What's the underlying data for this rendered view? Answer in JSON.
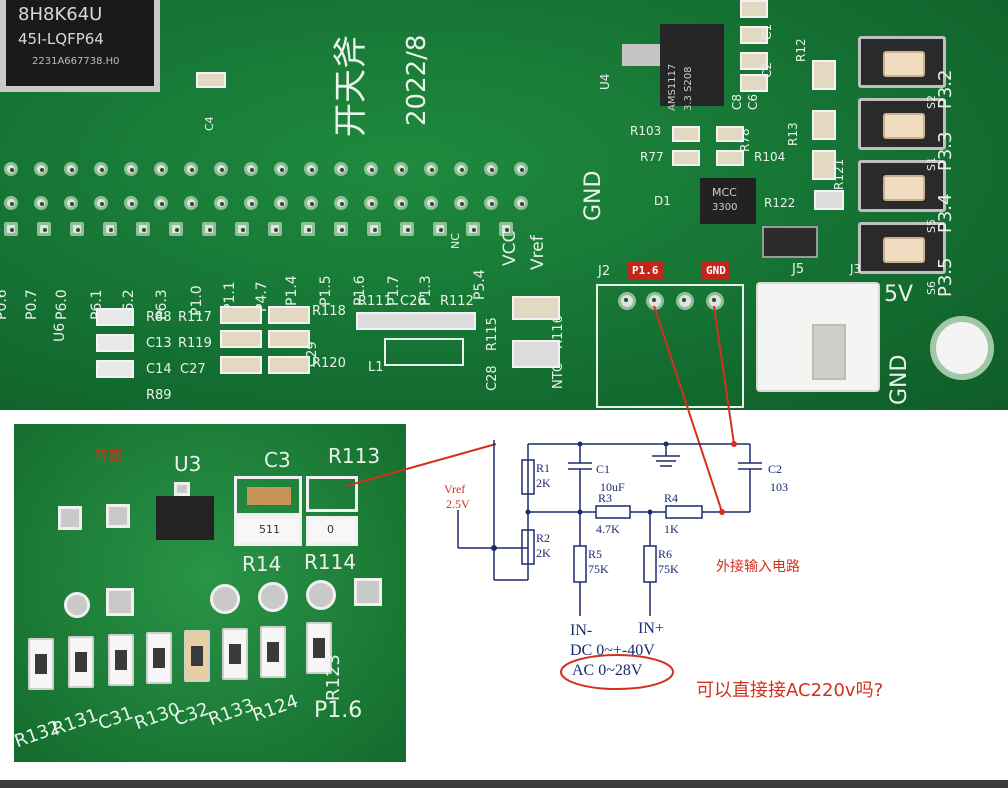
{
  "top_board": {
    "mcu_marking": [
      "8H8K64U",
      "45I-LQFP64",
      "2231A667738.H0"
    ],
    "title_cn": "开天斧",
    "date": "2022/8",
    "row_labels": [
      "P0.6",
      "P0.7",
      "P6.0",
      "P6.1",
      "P6.2",
      "P6.3",
      "P1.0",
      "P1.1",
      "P4.7",
      "P1.4",
      "P1.5",
      "P1.6",
      "P1.7",
      "P1.3",
      "P5.4",
      "NC",
      "VCC",
      "Vref",
      "GND"
    ],
    "parts": [
      "U6",
      "R88",
      "C13",
      "C14",
      "C27",
      "R89",
      "R117",
      "R119",
      "C29",
      "R118",
      "R120",
      "R111",
      "C26",
      "R112",
      "L1",
      "R115",
      "C28",
      "R116",
      "NTC",
      "J2",
      "J5",
      "U4",
      "D1",
      "R103",
      "R77",
      "R78",
      "R104",
      "R12",
      "R13",
      "R121",
      "R122",
      "C4",
      "C1",
      "C2",
      "C6",
      "C8",
      "J3"
    ],
    "ic_u4": [
      "AMS1117",
      "3.3 S208"
    ],
    "ic_d1": [
      "MCC",
      "3300"
    ],
    "switch_labels": [
      "S2",
      "S1",
      "S5",
      "S6"
    ],
    "port_labels": [
      "P3.2",
      "P3.3",
      "P3.4",
      "P3.5"
    ],
    "power_labels": [
      "5V",
      "GND"
    ],
    "callouts": {
      "p16": "P1.6",
      "gnd": "GND"
    }
  },
  "bottom_board": {
    "side_label": "背面",
    "parts_top": [
      "U3",
      "C3",
      "R113"
    ],
    "parts_mid": [
      "R14",
      "R114"
    ],
    "smd_codes": [
      "511",
      "0"
    ],
    "bottom_row": [
      "R132",
      "R131",
      "C31",
      "R130",
      "C32",
      "R133",
      "R124",
      "R123",
      "P1.6"
    ]
  },
  "schematic": {
    "vref_label": "Vref",
    "vref_value": "2.5V",
    "r1": {
      "name": "R1",
      "value": "2K"
    },
    "r2": {
      "name": "R2",
      "value": "2K"
    },
    "c1": {
      "name": "C1",
      "value": "10uF"
    },
    "c2": {
      "name": "C2",
      "value": "103"
    },
    "r3": {
      "name": "R3",
      "value": "4.7K"
    },
    "r4": {
      "name": "R4",
      "value": "1K"
    },
    "r5": {
      "name": "R5",
      "value": "75K"
    },
    "r6": {
      "name": "R6",
      "value": "75K"
    },
    "in_minus": "IN-",
    "in_plus": "IN+",
    "dc_range": "DC 0~+-40V",
    "ac_range": "AC 0~28V",
    "circuit_title": "外接输入电路"
  },
  "question": "可以直接接AC220v吗?",
  "colors": {
    "pcb": "#157233",
    "annotation_red": "#d2311f",
    "schematic_blue": "#1c2a6e"
  }
}
